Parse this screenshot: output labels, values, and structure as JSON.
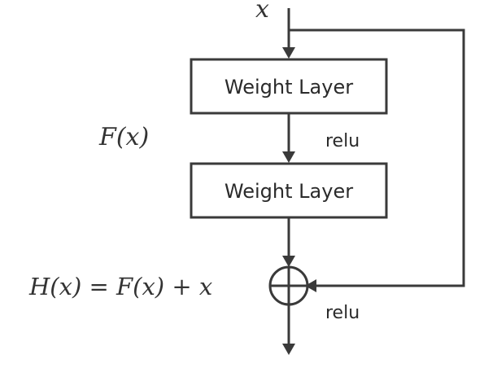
{
  "diagram": {
    "input_label": "x",
    "residual_label": "F(x)",
    "output_equation": "H(x) = F(x) + x",
    "layers": [
      {
        "label": "Weight Layer"
      },
      {
        "label": "Weight Layer"
      }
    ],
    "activations": [
      {
        "label": "relu"
      },
      {
        "label": "relu"
      }
    ],
    "stroke_color": "#3a3a3a"
  }
}
